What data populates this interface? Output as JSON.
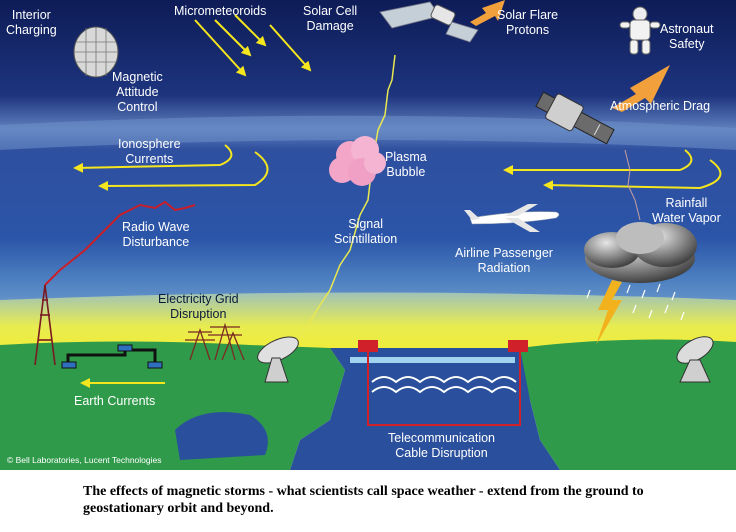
{
  "labels": {
    "interior_charging": "Interior\nCharging",
    "micrometeoroids": "Micrometeoroids",
    "solar_cell_damage": "Solar Cell\nDamage",
    "solar_flare_protons": "Solar Flare\nProtons",
    "astronaut_safety": "Astronaut\nSafety",
    "magnetic_attitude_control": "Magnetic\nAttitude\nControl",
    "atmospheric_drag": "Atmospheric Drag",
    "ionosphere_currents": "Ionosphere\nCurrents",
    "plasma_bubble": "Plasma\nBubble",
    "rainfall_water_vapor": "Rainfall\nWater Vapor",
    "radio_wave_disturbance": "Radio Wave\nDisturbance",
    "signal_scintillation": "Signal\nScintillation",
    "airline_passenger_radiation": "Airline Passenger\nRadiation",
    "electricity_grid_disruption": "Electricity Grid\nDisruption",
    "earth_currents": "Earth Currents",
    "telecommunication_cable_disruption": "Telecommunication\nCable Disruption"
  },
  "credit": "© Bell Laboratories, Lucent Technologies",
  "caption": "The effects of magnetic storms - what scientists call space weather - extend from the ground to geostationary orbit and beyond.",
  "colors": {
    "space_top": "#0f1f5c",
    "sky_mid": "#2b4fa8",
    "atmosphere_band": "#7fa0cf",
    "horizon_yellow": "#f2ec3a",
    "ground_green": "#2f9a4a",
    "ocean": "#2e55a0",
    "arrow_yellow": "#f5e61e",
    "arrow_orange": "#f2a03c",
    "plasma_pink": "#f3a6c8",
    "cable_red": "#d0202a"
  },
  "icons": [
    "satellite-icon",
    "solar-panel-satellite-icon",
    "astronaut-icon",
    "spacecraft-icon",
    "airplane-icon",
    "storm-cloud-icon",
    "radio-tower-icon",
    "power-tower-icon",
    "pipeline-icon",
    "dish-antenna-icon",
    "cable-station-icon"
  ]
}
